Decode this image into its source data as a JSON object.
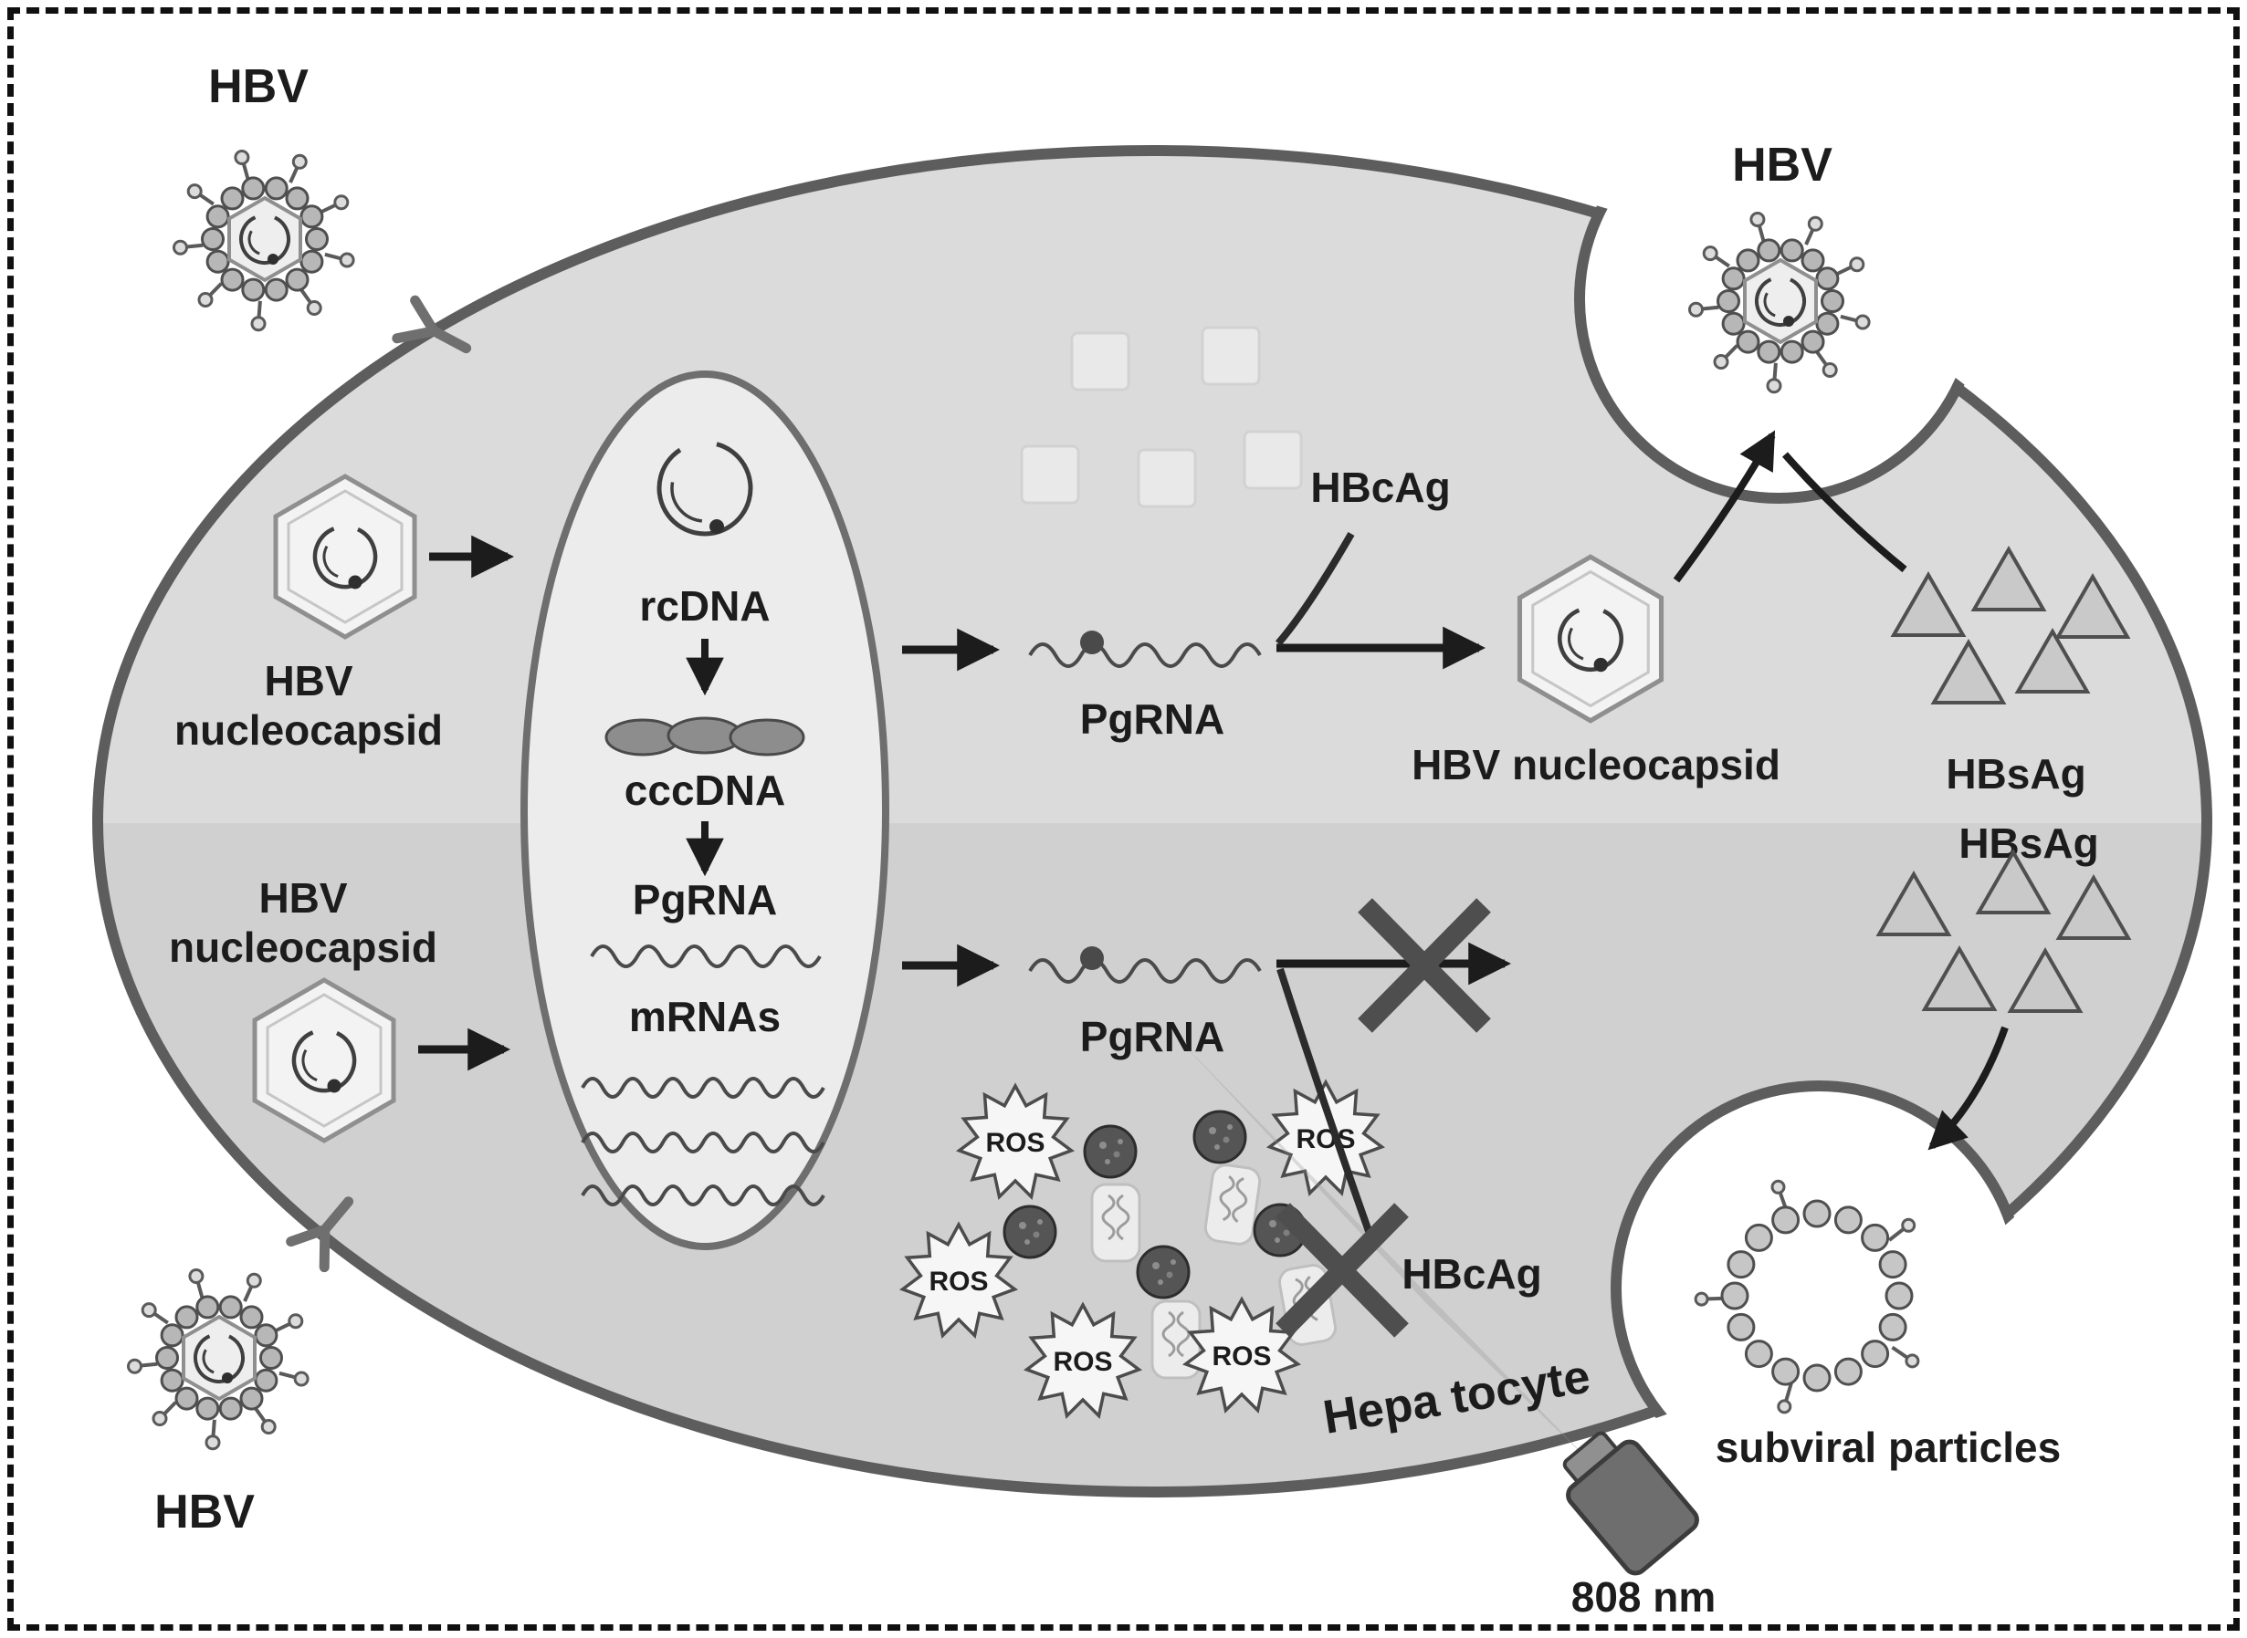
{
  "diagram": {
    "colors": {
      "background": "#ffffff",
      "cell_fill": "#d0d0d0",
      "cell_fill_upper": "#dbdbdb",
      "membrane": "#5d5d5d",
      "nucleus_fill": "#ececec",
      "text": "#1c1c1c",
      "block_x": "#4e4e4e",
      "beam": "#8e8e8e"
    },
    "labels": {
      "hbv_top_left": "HBV",
      "hbv_bottom_left": "HBV",
      "hbv_top_right": "HBV",
      "nucleocapsid_top": {
        "line1": "HBV",
        "line2": "nucleocapsid"
      },
      "nucleocapsid_bottom": {
        "line1": "HBV",
        "line2": "nucleocapsid"
      },
      "nucleocapsid_right": "HBV nucleocapsid",
      "rcdna": "rcDNA",
      "cccdna": "cccDNA",
      "pgrna_nucleus": "PgRNA",
      "mrnas": "mRNAs",
      "pgrna_top": "PgRNA",
      "pgrna_bottom": "PgRNA",
      "hbcag_top": "HBcAg",
      "hbcag_bottom": "HBcAg",
      "hbsag_top": "HBsAg",
      "hbsag_bottom": "HBsAg",
      "subviral_particles": "subviral particles",
      "hepatocyte": "Hepa tocyte",
      "laser_wavelength": "808 nm",
      "ros": "ROS"
    }
  }
}
